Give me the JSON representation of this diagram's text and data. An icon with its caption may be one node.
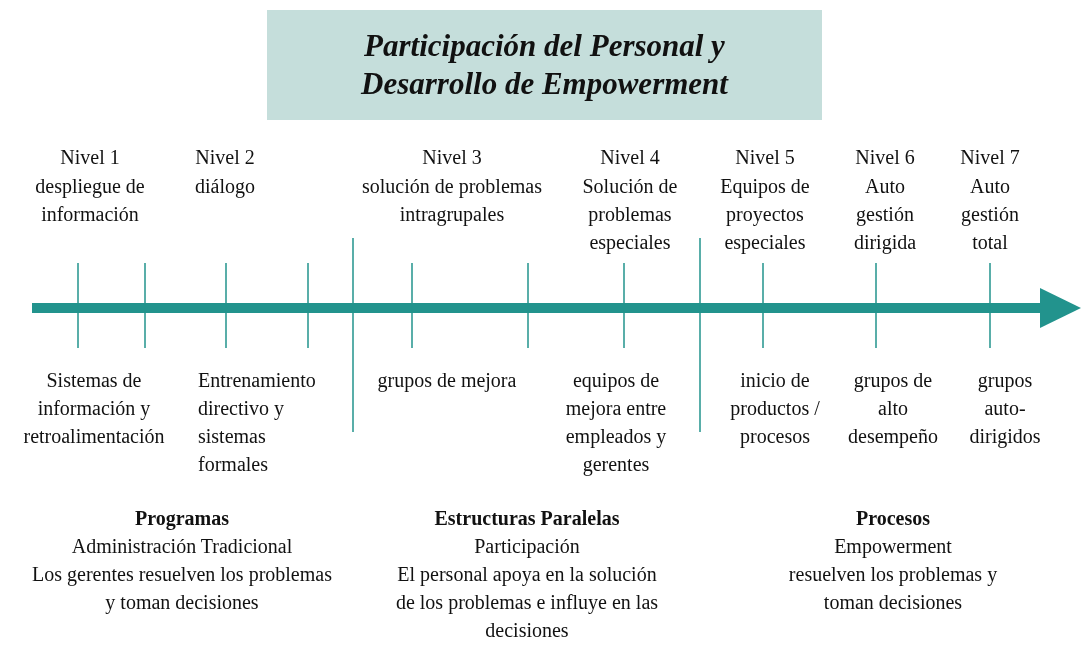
{
  "diagram": {
    "title": "Participación del Personal y Desarrollo de Empowerment",
    "labels": [
      "Nivel 1",
      "despliegue de información",
      "Nivel 2",
      "diálogo",
      "Nivel 3",
      "solución de problemas intragrupales",
      "Nivel 4",
      "Solución de problemas especiales",
      "Nivel 5",
      "Equipos de proyectos especiales",
      "Nivel 6",
      "Auto gestión dirigida",
      "Nivel 7",
      "Auto gestión total",
      "Sistemas de información y retroalimentación",
      "Entrenamiento directivo y sistemas formales",
      "grupos de mejora",
      "equipos de mejora entre empleados y gerentes",
      "inicio de productos / procesos",
      "grupos de alto desempeño",
      "grupos auto-dirigidos",
      "Programas",
      "Administración Tradicional",
      "Los gerentes resuelven los problemas y toman decisiones",
      "Estructuras Paralelas",
      "Participación",
      "El personal apoya en la solución de los problemas e influye en las decisiones",
      "Procesos",
      "Empowerment",
      "resuelven los problemas y toman decisiones"
    ]
  }
}
